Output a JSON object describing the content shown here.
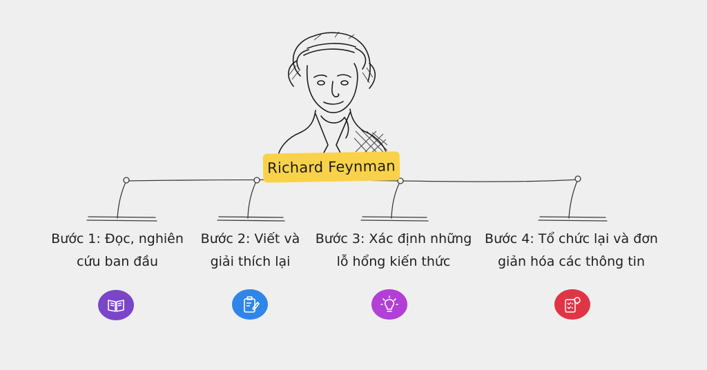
{
  "title": "Richard Feynman",
  "steps": [
    {
      "label": "Bước 1: Đọc, nghiên\ncứu ban đầu",
      "icon": "book-icon",
      "color": "#7b45c9"
    },
    {
      "label": "Bước 2: Viết và\ngiải thích lại",
      "icon": "clipboard-pen-icon",
      "color": "#2f86e8"
    },
    {
      "label": "Bước 3: Xác định những\nlỗ hổng kiến thức",
      "icon": "lightbulb-icon",
      "color": "#b23fd6"
    },
    {
      "label": "Bước 4: Tổ chức lại và đơn\ngiản hóa các thông tin",
      "icon": "checklist-bulb-icon",
      "color": "#e03545"
    }
  ]
}
